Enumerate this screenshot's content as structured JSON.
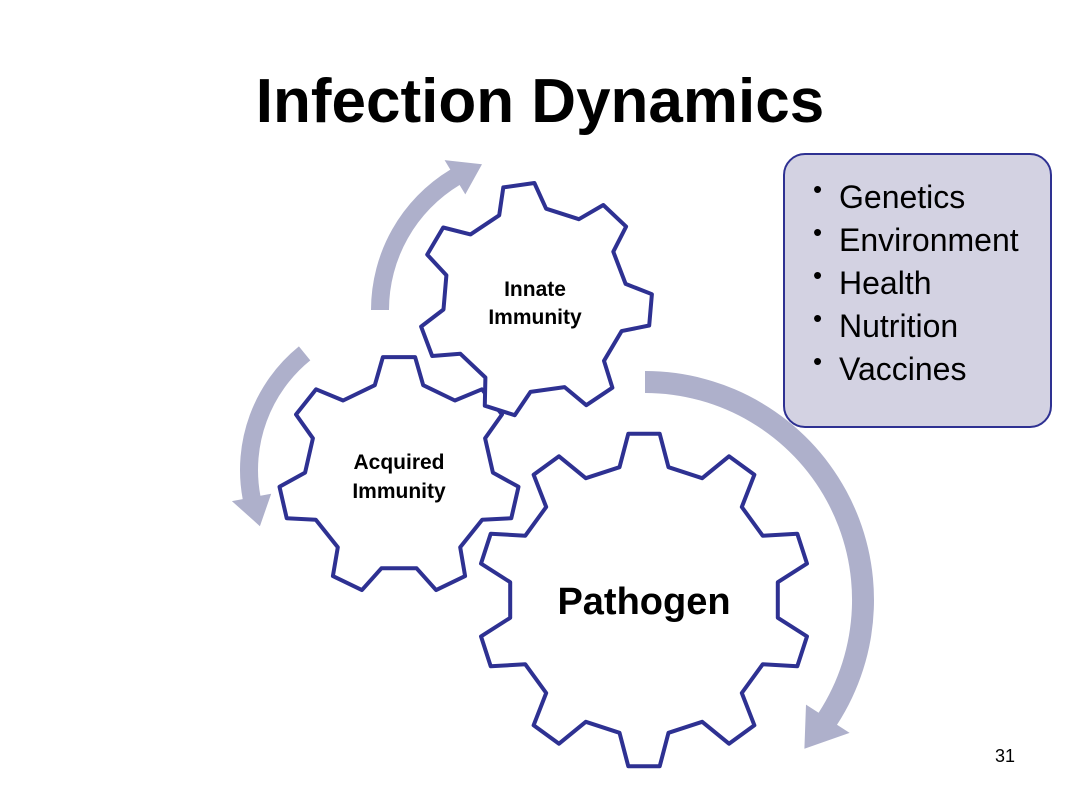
{
  "slide": {
    "title": "Infection Dynamics",
    "page_number": "31"
  },
  "gears": {
    "innate": {
      "line1": "Innate",
      "line2": "Immunity"
    },
    "acquired": {
      "line1": "Acquired",
      "line2": "Immunity"
    },
    "pathogen": {
      "label": "Pathogen"
    }
  },
  "factors": {
    "items": [
      "Genetics",
      "Environment",
      "Health",
      "Nutrition",
      "Vaccines"
    ]
  },
  "colors": {
    "gear_outline": "#2e3192",
    "arrow_fill": "#aeb0cb",
    "box_fill": "#d3d2e2",
    "box_border": "#2e3192"
  }
}
